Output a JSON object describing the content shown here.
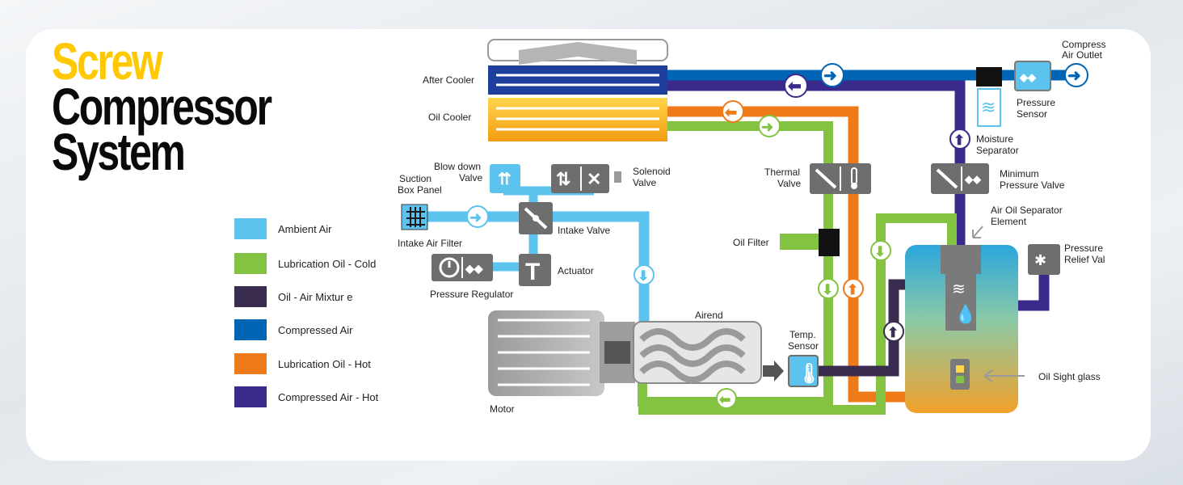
{
  "title": {
    "line1": "Screw",
    "line2": "Compressor",
    "line3": "System"
  },
  "colors": {
    "ambient_air": "#5bc3ee",
    "lube_oil_cold": "#83c341",
    "oil_air_mixture": "#3a2c4e",
    "compressed_air": "#0064b4",
    "lube_oil_hot": "#ef7a1a",
    "compressed_air_hot": "#3b2a8c"
  },
  "legend": [
    {
      "label": "Ambient Air",
      "color": "#5bc3ee"
    },
    {
      "label": "Lubrication Oil - Cold",
      "color": "#83c341"
    },
    {
      "label": "Oil - Air Mixtur e",
      "color": "#3a2c4e"
    },
    {
      "label": "Compressed Air",
      "color": "#0064b4"
    },
    {
      "label": "Lubrication Oil - Hot",
      "color": "#ef7a1a"
    },
    {
      "label": "Compressed Air - Hot",
      "color": "#3b2a8c"
    }
  ],
  "labels": {
    "after_cooler": "After Cooler",
    "oil_cooler": "Oil Cooler",
    "blow_down_1": "Blow down",
    "blow_down_2": "Valve",
    "solenoid_1": "Solenoid",
    "solenoid_2": "Valve",
    "suction_1": "Suction",
    "suction_2": "Box Panel",
    "intake_air_filter": "Intake Air Filter",
    "intake_valve": "Intake Valve",
    "actuator": "Actuator",
    "pressure_regulator": "Pressure Regulator",
    "thermal_1": "Thermal",
    "thermal_2": "Valve",
    "oil_filter": "Oil Filter",
    "airend": "Airend",
    "motor": "Motor",
    "temp_1": "Temp.",
    "temp_2": "Sensor",
    "compress_outlet_1": "Compress",
    "compress_outlet_2": "Air Outlet",
    "pressure_sensor_1": "Pressure",
    "pressure_sensor_2": "Sensor",
    "moisture_1": "Moisture",
    "moisture_2": "Separator",
    "min_pressure_1": "Minimum",
    "min_pressure_2": "Pressure Valve",
    "separator_el_1": "Air Oil Separator",
    "separator_el_2": "Element",
    "relief_1": "Pressure",
    "relief_2": "Relief Val",
    "oil_sight_glass": "Oil Sight glass"
  }
}
